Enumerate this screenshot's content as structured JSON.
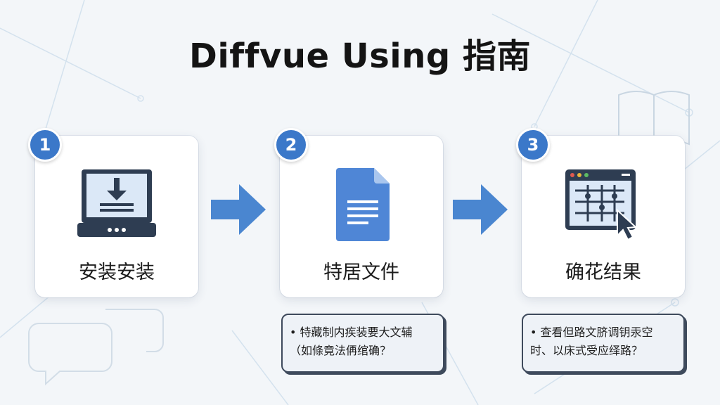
{
  "title": "Diffvue Using 指南",
  "steps": [
    {
      "number": "1",
      "label": "安装安装"
    },
    {
      "number": "2",
      "label": "特居文件"
    },
    {
      "number": "3",
      "label": "确花结果"
    }
  ],
  "notes": [
    {
      "line1": "• 特藏制内疾装要大文辅",
      "line2": "（如條竟法侢绾确？"
    },
    {
      "line1": "• 查看但路文脐调钥汞空",
      "line2": "时、以床式受应绎路？"
    }
  ],
  "colors": {
    "accent": "#3b78c9",
    "arrow": "#4a86d0"
  }
}
